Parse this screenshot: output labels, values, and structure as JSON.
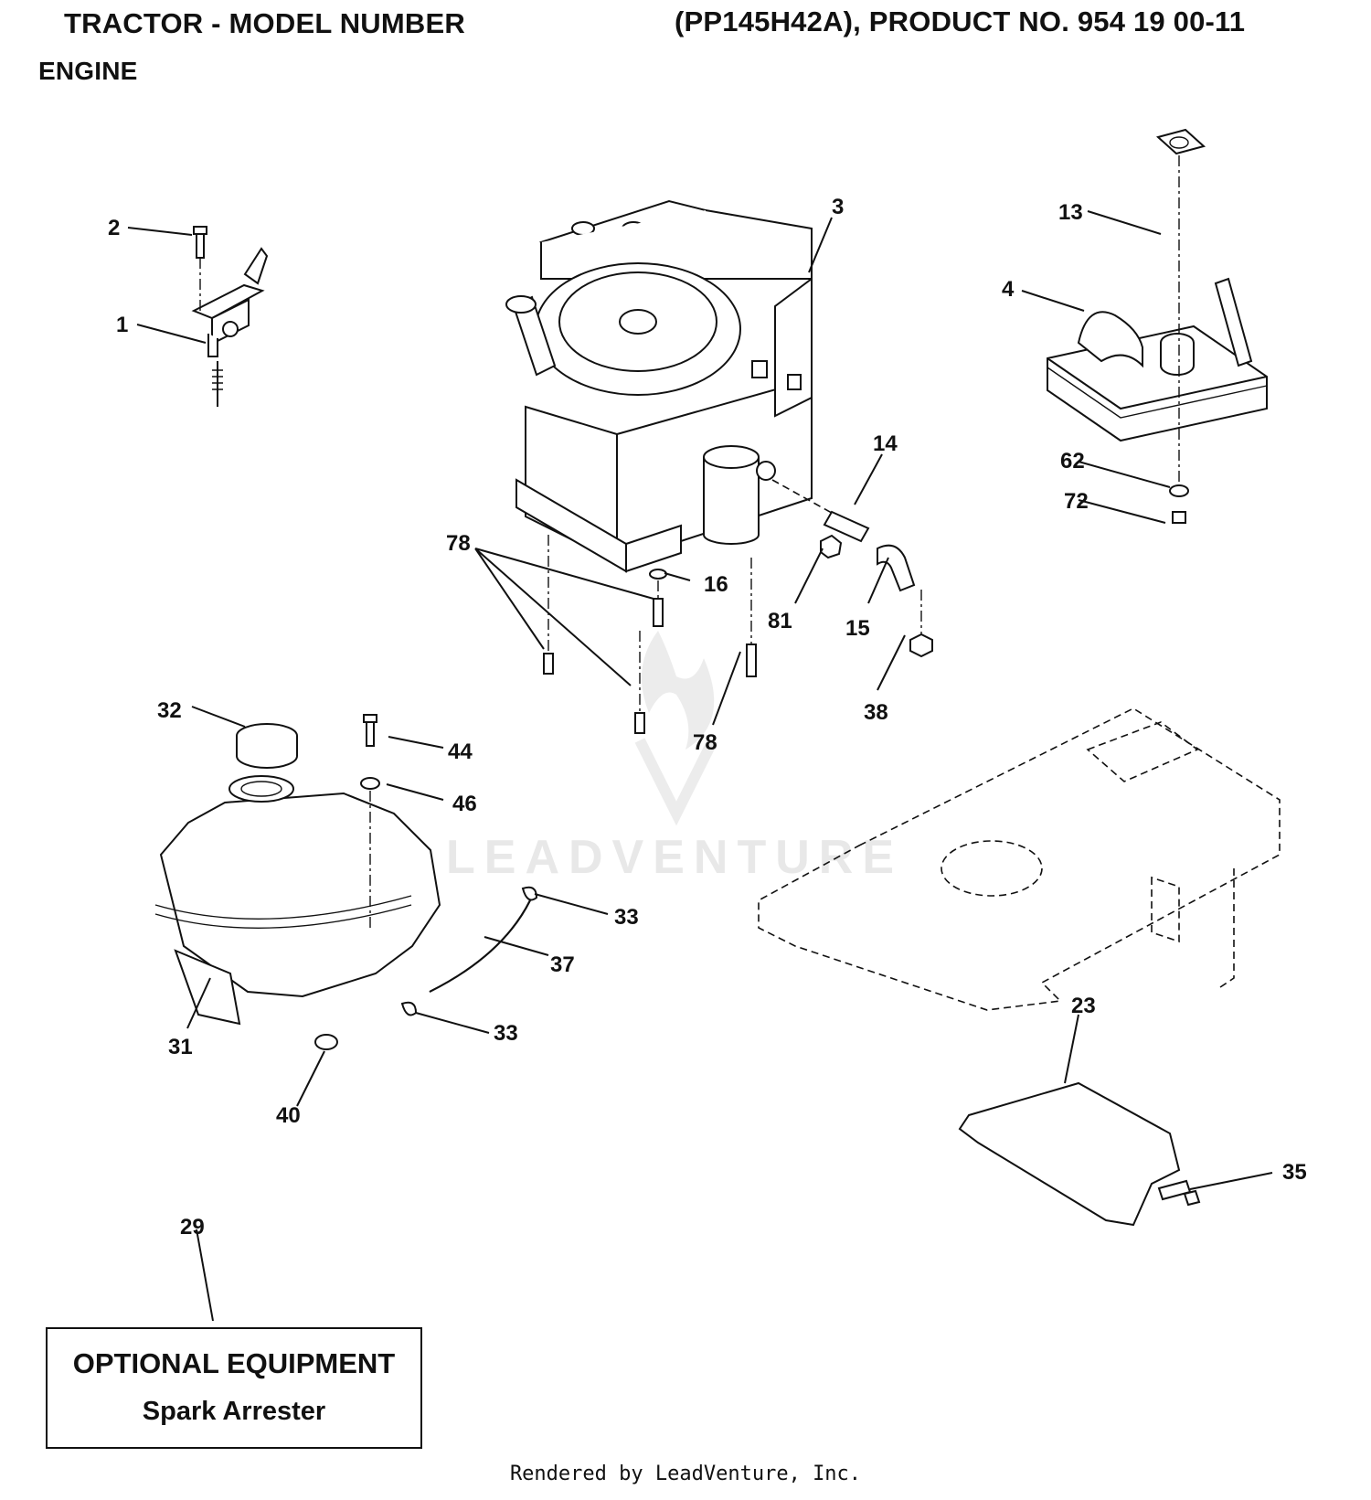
{
  "header": {
    "title_left": "TRACTOR - MODEL NUMBER",
    "title_right": "(PP145H42A), PRODUCT NO. 954 19 00-11",
    "subtitle": "ENGINE"
  },
  "watermark": {
    "text": "LEADVENTURE"
  },
  "callouts": {
    "c1": "1",
    "c2": "2",
    "c3": "3",
    "c4": "4",
    "c13": "13",
    "c14": "14",
    "c15": "15",
    "c16": "16",
    "c23": "23",
    "c29": "29",
    "c31": "31",
    "c32": "32",
    "c33a": "33",
    "c33b": "33",
    "c35": "35",
    "c37": "37",
    "c38": "38",
    "c40": "40",
    "c44": "44",
    "c46": "46",
    "c62": "62",
    "c72": "72",
    "c78a": "78",
    "c78b": "78",
    "c81": "81"
  },
  "optional_box": {
    "title": "OPTIONAL EQUIPMENT",
    "item": "Spark Arrester"
  },
  "footer": {
    "text": "Rendered by LeadVenture, Inc."
  }
}
